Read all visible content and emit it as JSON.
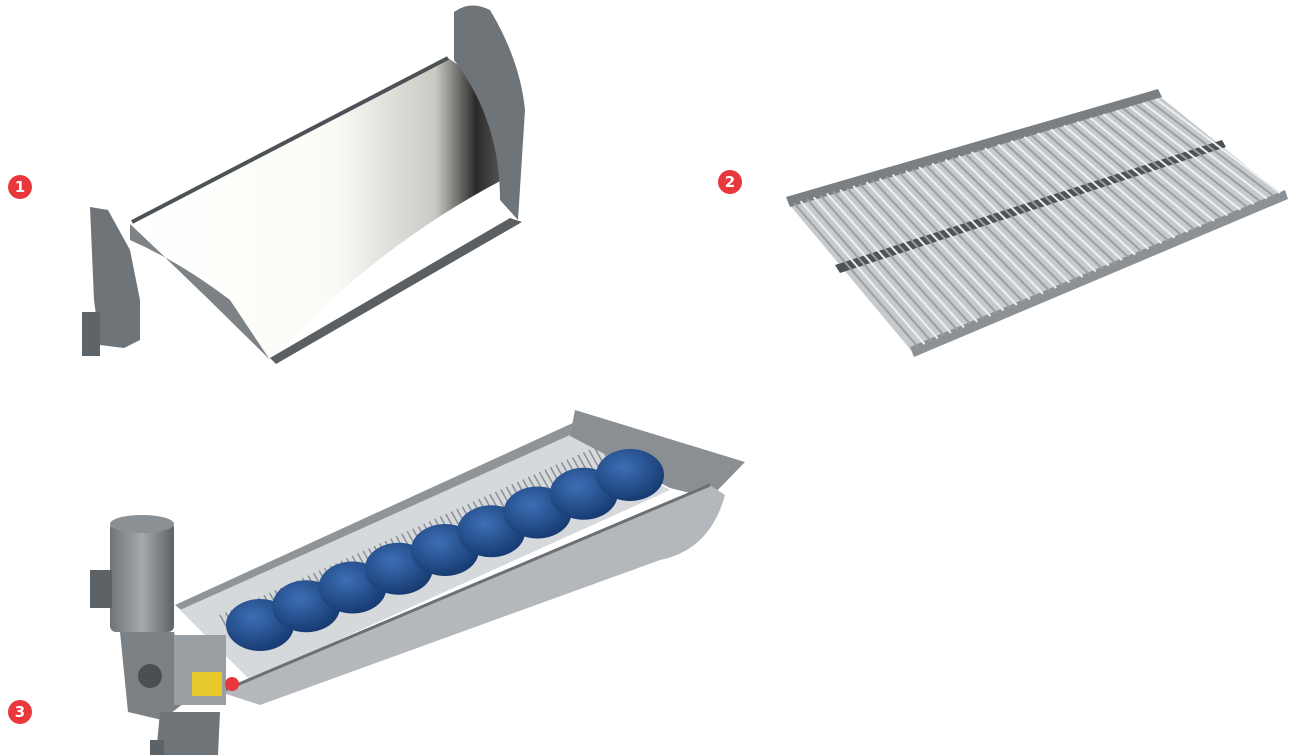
{
  "badges": [
    {
      "label": "1"
    },
    {
      "label": "2"
    },
    {
      "label": "3"
    }
  ],
  "colors": {
    "badge": "#e8383d",
    "metal_dark": "#6f7479",
    "metal_mid": "#9ca1a6",
    "metal_light": "#d4d7da",
    "auger_blue": "#1f4e8f",
    "sensor_yellow": "#e8c92b"
  },
  "parts": [
    {
      "name": "chute",
      "icon": "trough-chute-icon"
    },
    {
      "name": "grate",
      "icon": "bar-screen-grate-icon"
    },
    {
      "name": "screw-conveyor",
      "icon": "screw-conveyor-icon"
    }
  ]
}
